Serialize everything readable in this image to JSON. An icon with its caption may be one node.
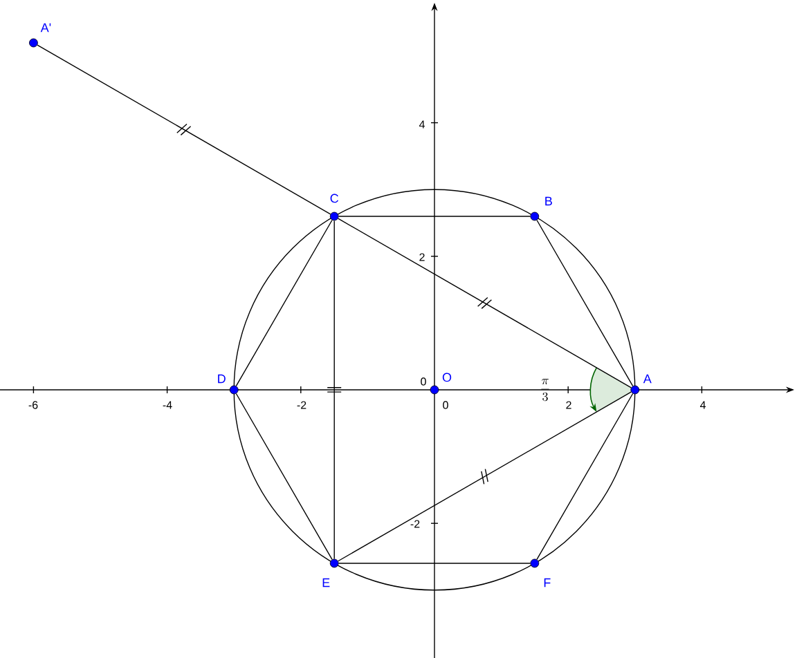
{
  "diagram": {
    "nodes": [
      {
        "text": [],
        "shape": "circle",
        "beside": [
          "A"
        ]
      },
      {
        "text": [],
        "shape": "circle",
        "beside": [
          "B"
        ]
      },
      {
        "text": [],
        "shape": "circle",
        "beside": [
          "C"
        ]
      },
      {
        "text": [],
        "shape": "circle",
        "beside": [
          "D"
        ]
      },
      {
        "text": [],
        "shape": "circle",
        "beside": [
          "E"
        ]
      },
      {
        "text": [],
        "shape": "circle",
        "beside": [
          "F"
        ]
      },
      {
        "text": [],
        "shape": "circle",
        "beside": [
          "O"
        ]
      },
      {
        "text": [],
        "shape": "circle",
        "beside": [
          "A'"
        ]
      }
    ],
    "edges": [
      {
        "from": 0,
        "to": 1,
        "arrow": "none"
      },
      {
        "from": 1,
        "to": 2,
        "arrow": "none"
      },
      {
        "from": 2,
        "to": 3,
        "arrow": "none"
      },
      {
        "from": 3,
        "to": 4,
        "arrow": "none"
      },
      {
        "from": 4,
        "to": 5,
        "arrow": "none"
      },
      {
        "from": 5,
        "to": 0,
        "arrow": "none"
      },
      {
        "from": 2,
        "to": 4,
        "arrow": "none"
      },
      {
        "from": 7,
        "to": 2,
        "arrow": "none"
      },
      {
        "from": 2,
        "to": 0,
        "arrow": "none"
      },
      {
        "from": 4,
        "to": 0,
        "arrow": "none"
      }
    ],
    "labels": [
      "4",
      "2",
      "0",
      "\\frac{\\pi}{3}",
      "-6",
      "-4",
      "-2",
      "0",
      "2",
      "4",
      "-2"
    ]
  }
}
